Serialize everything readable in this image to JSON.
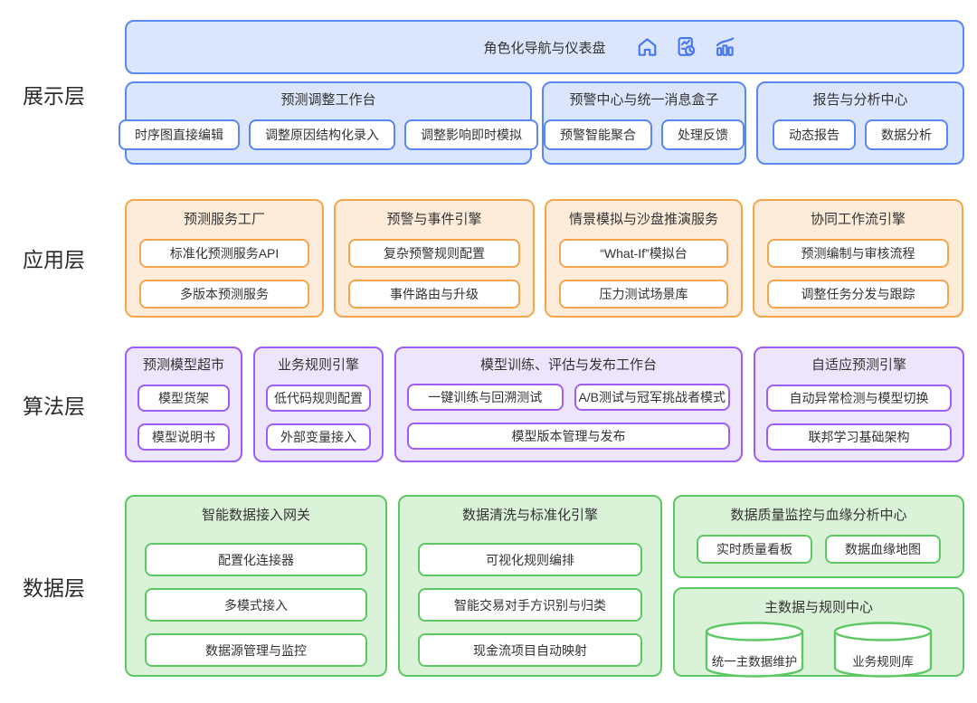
{
  "colors": {
    "blue_border": "#5b87f2",
    "blue_fill": "#dbe6fc",
    "orange_border": "#f3a64e",
    "orange_fill": "#fcecd9",
    "purple_border": "#9e5ef5",
    "purple_fill": "#ede5fb",
    "green_border": "#5dc863",
    "green_fill": "#daf2d8",
    "icon_blue": "#4677f0",
    "text": "#333333"
  },
  "banner": {
    "title": "角色化导航与仪表盘",
    "icons": [
      "home-icon",
      "report-clock-icon",
      "bar-chart-trend-icon"
    ]
  },
  "layers": {
    "presentation": {
      "label": "展示层",
      "groups": [
        {
          "title": "预测调整工作台",
          "items": [
            "时序图直接编辑",
            "调整原因结构化录入",
            "调整影响即时模拟"
          ]
        },
        {
          "title": "预警中心与统一消息盒子",
          "items": [
            "预警智能聚合",
            "处理反馈"
          ]
        },
        {
          "title": "报告与分析中心",
          "items": [
            "动态报告",
            "数据分析"
          ]
        }
      ]
    },
    "application": {
      "label": "应用层",
      "groups": [
        {
          "title": "预测服务工厂",
          "items": [
            "标准化预测服务API",
            "多版本预测服务"
          ]
        },
        {
          "title": "预警与事件引擎",
          "items": [
            "复杂预警规则配置",
            "事件路由与升级"
          ]
        },
        {
          "title": "情景模拟与沙盘推演服务",
          "items": [
            "“What-If”模拟台",
            "压力测试场景库"
          ]
        },
        {
          "title": "协同工作流引擎",
          "items": [
            "预测编制与审核流程",
            "调整任务分发与跟踪"
          ]
        }
      ]
    },
    "algorithm": {
      "label": "算法层",
      "groups": [
        {
          "title": "预测模型超市",
          "items": [
            "模型货架",
            "模型说明书"
          ]
        },
        {
          "title": "业务规则引擎",
          "items": [
            "低代码规则配置",
            "外部变量接入"
          ]
        },
        {
          "title": "模型训练、评估与发布工作台",
          "items": [
            "一键训练与回溯测试",
            "A/B测试与冠军挑战者模式",
            "模型版本管理与发布"
          ]
        },
        {
          "title": "自适应预测引擎",
          "items": [
            "自动异常检测与模型切换",
            "联邦学习基础架构"
          ]
        }
      ]
    },
    "data": {
      "label": "数据层",
      "groups": [
        {
          "title": "智能数据接入网关",
          "items": [
            "配置化连接器",
            "多模式接入",
            "数据源管理与监控"
          ]
        },
        {
          "title": "数据清洗与标准化引擎",
          "items": [
            "可视化规则编排",
            "智能交易对手方识别与归类",
            "现金流项目自动映射"
          ]
        },
        {
          "title": "数据质量监控与血缘分析中心",
          "items": [
            "实时质量看板",
            "数据血缘地图"
          ]
        },
        {
          "title": "主数据与规则中心",
          "items": [
            "统一主数据维护",
            "业务规则库"
          ]
        }
      ]
    }
  }
}
